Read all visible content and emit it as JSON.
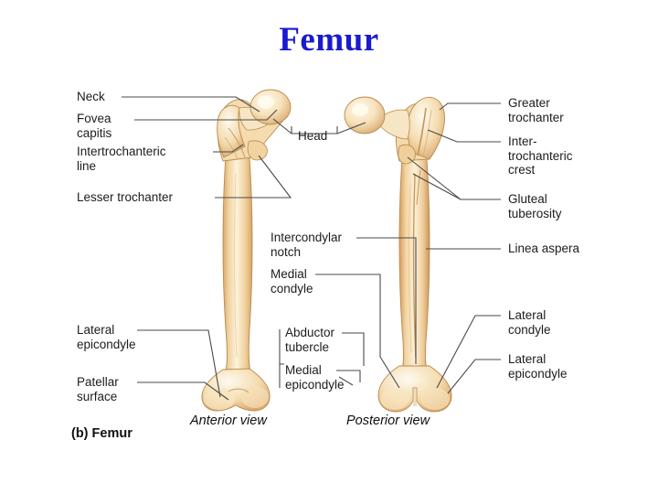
{
  "title": "Femur",
  "figure": {
    "caption": "(b) Femur",
    "view_left": "Anterior view",
    "view_right": "Posterior view"
  },
  "colors": {
    "title": "#1a1ad0",
    "bone_light": "#fdf3dc",
    "bone_mid": "#f2d6a4",
    "bone_dark": "#dfb275",
    "bone_outline": "#b98b4e",
    "leader": "#4a4a4a",
    "text": "#1c1c1c",
    "background": "#ffffff"
  },
  "labels": {
    "left": [
      {
        "id": "neck",
        "text": "Neck"
      },
      {
        "id": "fovea-capitis",
        "text": "Fovea\ncapitis"
      },
      {
        "id": "intertrochanteric-line",
        "text": "Intertrochanteric\nline"
      },
      {
        "id": "lesser-trochanter",
        "text": "Lesser trochanter"
      },
      {
        "id": "lateral-epicondyle-left",
        "text": "Lateral\nepicondyle"
      },
      {
        "id": "patellar-surface",
        "text": "Patellar\nsurface"
      }
    ],
    "center": [
      {
        "id": "head",
        "text": "Head"
      },
      {
        "id": "intercondylar-notch",
        "text": "Intercondylar\nnotch"
      },
      {
        "id": "medial-condyle",
        "text": "Medial\ncondyle"
      },
      {
        "id": "abductor-tubercle",
        "text": "Abductor\ntubercle"
      },
      {
        "id": "medial-epicondyle",
        "text": "Medial\nepicondyle"
      }
    ],
    "right": [
      {
        "id": "greater-trochanter",
        "text": "Greater\ntrochanter"
      },
      {
        "id": "intertrochanteric-crest",
        "text": "Inter-\ntrochanteric\ncrest"
      },
      {
        "id": "gluteal-tuberosity",
        "text": "Gluteal\ntuberosity"
      },
      {
        "id": "linea-aspera",
        "text": "Linea aspera"
      },
      {
        "id": "lateral-condyle",
        "text": "Lateral\ncondyle"
      },
      {
        "id": "lateral-epicondyle-right",
        "text": "Lateral\nepicondyle"
      }
    ]
  }
}
